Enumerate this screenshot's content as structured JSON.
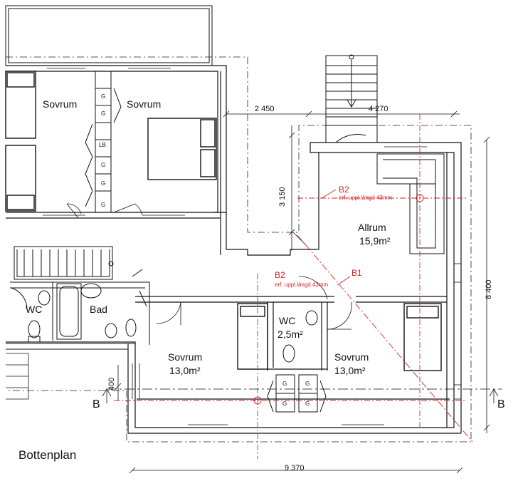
{
  "plan_title": "Bottenplan",
  "rooms": {
    "sovrum_left": "Sovrum",
    "sovrum_mid": "Sovrum",
    "allrum_name": "Allrum",
    "allrum_area": "15,9m²",
    "wc_left": "WC",
    "bad": "Bad",
    "wc_mid_name": "WC",
    "wc_mid_area": "2,5m²",
    "sovrum_sw_name": "Sovrum",
    "sovrum_sw_area": "13,0m²",
    "sovrum_se_name": "Sovrum",
    "sovrum_se_area": "13,0m²"
  },
  "wardrobes": {
    "g": "G",
    "lb": "LB"
  },
  "dimensions": {
    "d2450": "2 450",
    "d4270": "4 270",
    "d3150": "3 150",
    "d8400": "8 400",
    "d9370": "9 370",
    "d400": "400"
  },
  "annotations": {
    "b2": "B2",
    "b1": "B1",
    "egress_note": "erf. uppl.längd 43mm",
    "section_mark": "B"
  },
  "colors": {
    "lines": "#111111",
    "annotation_red": "#d8232a"
  }
}
